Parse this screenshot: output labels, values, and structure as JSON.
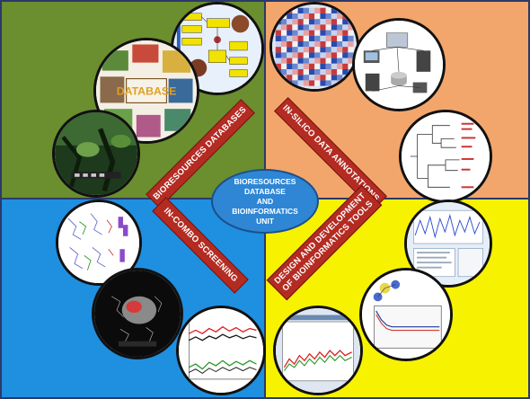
{
  "center": {
    "lines": [
      "BIORESOURCES",
      "DATABASE",
      "AND",
      "BIOINFORMATICS",
      "UNIT"
    ],
    "color": "#2e86d4"
  },
  "banners": {
    "databases": "BIORESOURCES DATABASES",
    "annotations": "IN-SILICO DATA ANNOTATIONS",
    "screening": "IN-COMBO SCREENING",
    "tools_line1": "DESIGN AND DEVELOPMENT",
    "tools_line2": "OF BIOINFORMATICS TOOLS",
    "color": "#b42b22"
  },
  "quadrants": {
    "top_left": "#6b8e2e",
    "top_right": "#f2a66c",
    "bottom_left": "#1f8fe0",
    "bottom_right": "#f7f200"
  },
  "images": {
    "database_logo": "DATABASE"
  }
}
